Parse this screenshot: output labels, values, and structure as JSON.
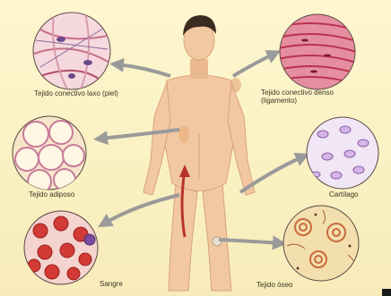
{
  "labels": {
    "loose_connective": "Tejido conectivo laxo (piel)",
    "dense_connective": "Tejido conectivo denso\n(ligamento)",
    "adipose": "Tejido adiposo",
    "cartilage": "Cartílago",
    "blood": "Sangre",
    "bone": "Tejido óseo"
  },
  "colors": {
    "background": "#fbf2c4",
    "skin": "#f2c8a3",
    "hair": "#3a2a20",
    "arrow": "#9a9a9a",
    "blood_vessel": "#b8322a"
  }
}
